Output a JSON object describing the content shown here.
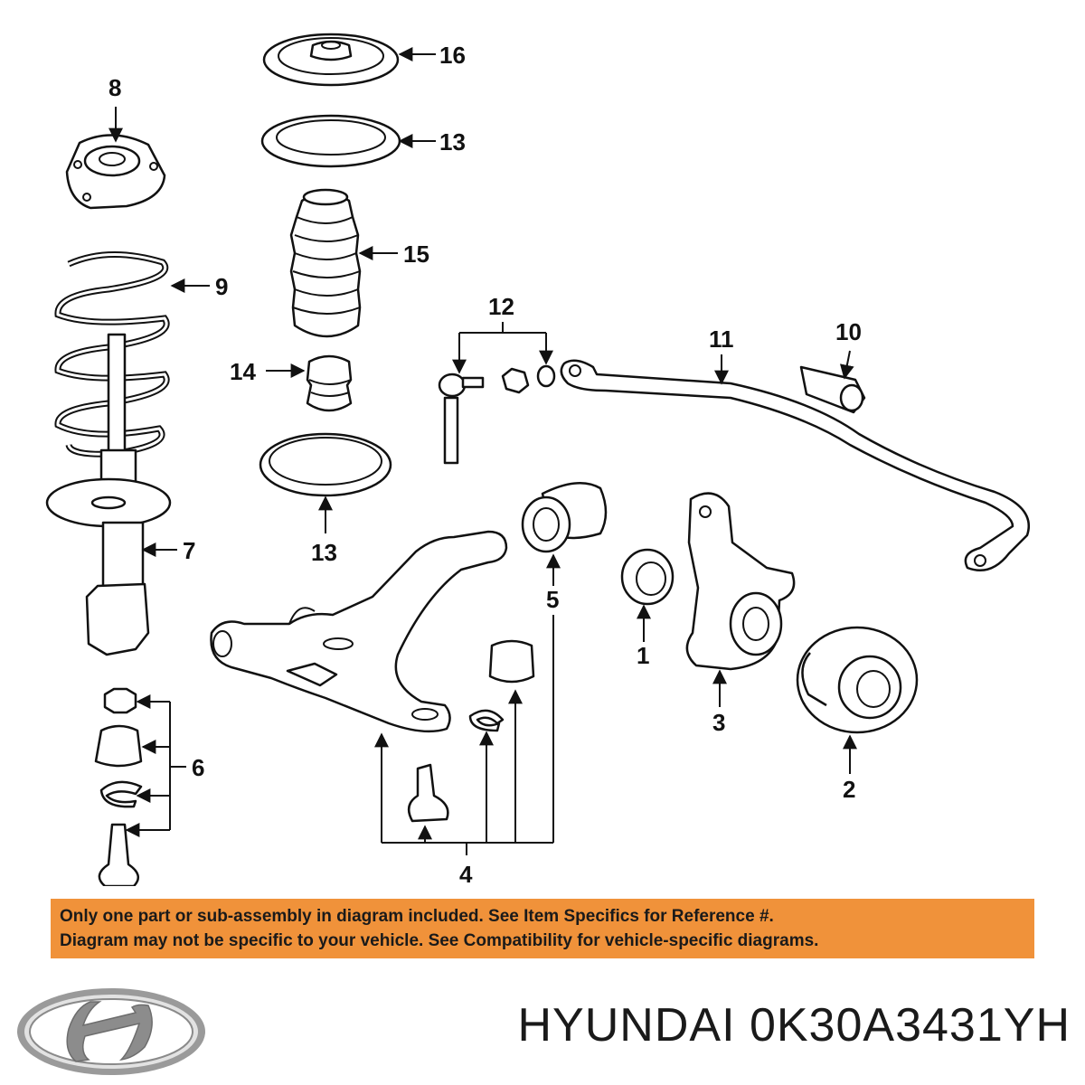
{
  "callouts": {
    "c1": "1",
    "c2": "2",
    "c3": "3",
    "c4": "4",
    "c5": "5",
    "c6": "6",
    "c7": "7",
    "c8": "8",
    "c9": "9",
    "c10": "10",
    "c11": "11",
    "c12": "12",
    "c13a": "13",
    "c13b": "13",
    "c14": "14",
    "c15": "15",
    "c16": "16"
  },
  "banner": {
    "line1": "Only one part or sub-assembly in diagram included. See Item Specifics for Reference #.",
    "line2": "Diagram may not be specific to your vehicle. See Compatibility for vehicle-specific diagrams."
  },
  "brand": {
    "part_number": "HYUNDAI 0K30A3431YH",
    "logo_icon": "hyundai-logo-icon"
  },
  "colors": {
    "banner": "#f0923a",
    "ink": "#111111"
  }
}
